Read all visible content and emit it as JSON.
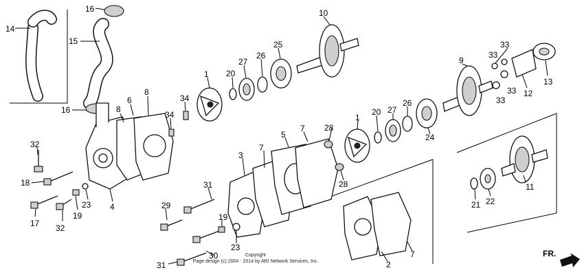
{
  "part_labels": {
    "p1a": "1",
    "p1b": "1",
    "p2": "2",
    "p3": "3",
    "p4": "4",
    "p5": "5",
    "p6": "6",
    "p7a": "7",
    "p7b": "7",
    "p7c": "7",
    "p8a": "8",
    "p8b": "8",
    "p9": "9",
    "p10": "10",
    "p11": "11",
    "p12": "12",
    "p13": "13",
    "p14": "14",
    "p15": "15",
    "p16a": "16",
    "p16b": "16",
    "p17": "17",
    "p18": "18",
    "p19a": "19",
    "p19b": "19",
    "p20a": "20",
    "p20b": "20",
    "p21": "21",
    "p22": "22",
    "p23a": "23",
    "p23b": "23",
    "p24": "24",
    "p25": "25",
    "p26a": "26",
    "p26b": "26",
    "p27a": "27",
    "p27b": "27",
    "p28a": "28",
    "p28b": "28",
    "p29": "29",
    "p30": "30",
    "p31a": "31",
    "p31b": "31",
    "p32a": "32",
    "p32b": "32",
    "p33a": "33",
    "p33b": "33",
    "p33c": "33",
    "p33d": "33",
    "p34a": "34",
    "p34b": "34"
  },
  "copyright_line1": "Copyright",
  "copyright_line2": "Page design (c) 2004 - 2014 by ARI Network Services, Inc.",
  "direction_label": "FR.",
  "arrow_icon": "front-direction-arrow-icon"
}
